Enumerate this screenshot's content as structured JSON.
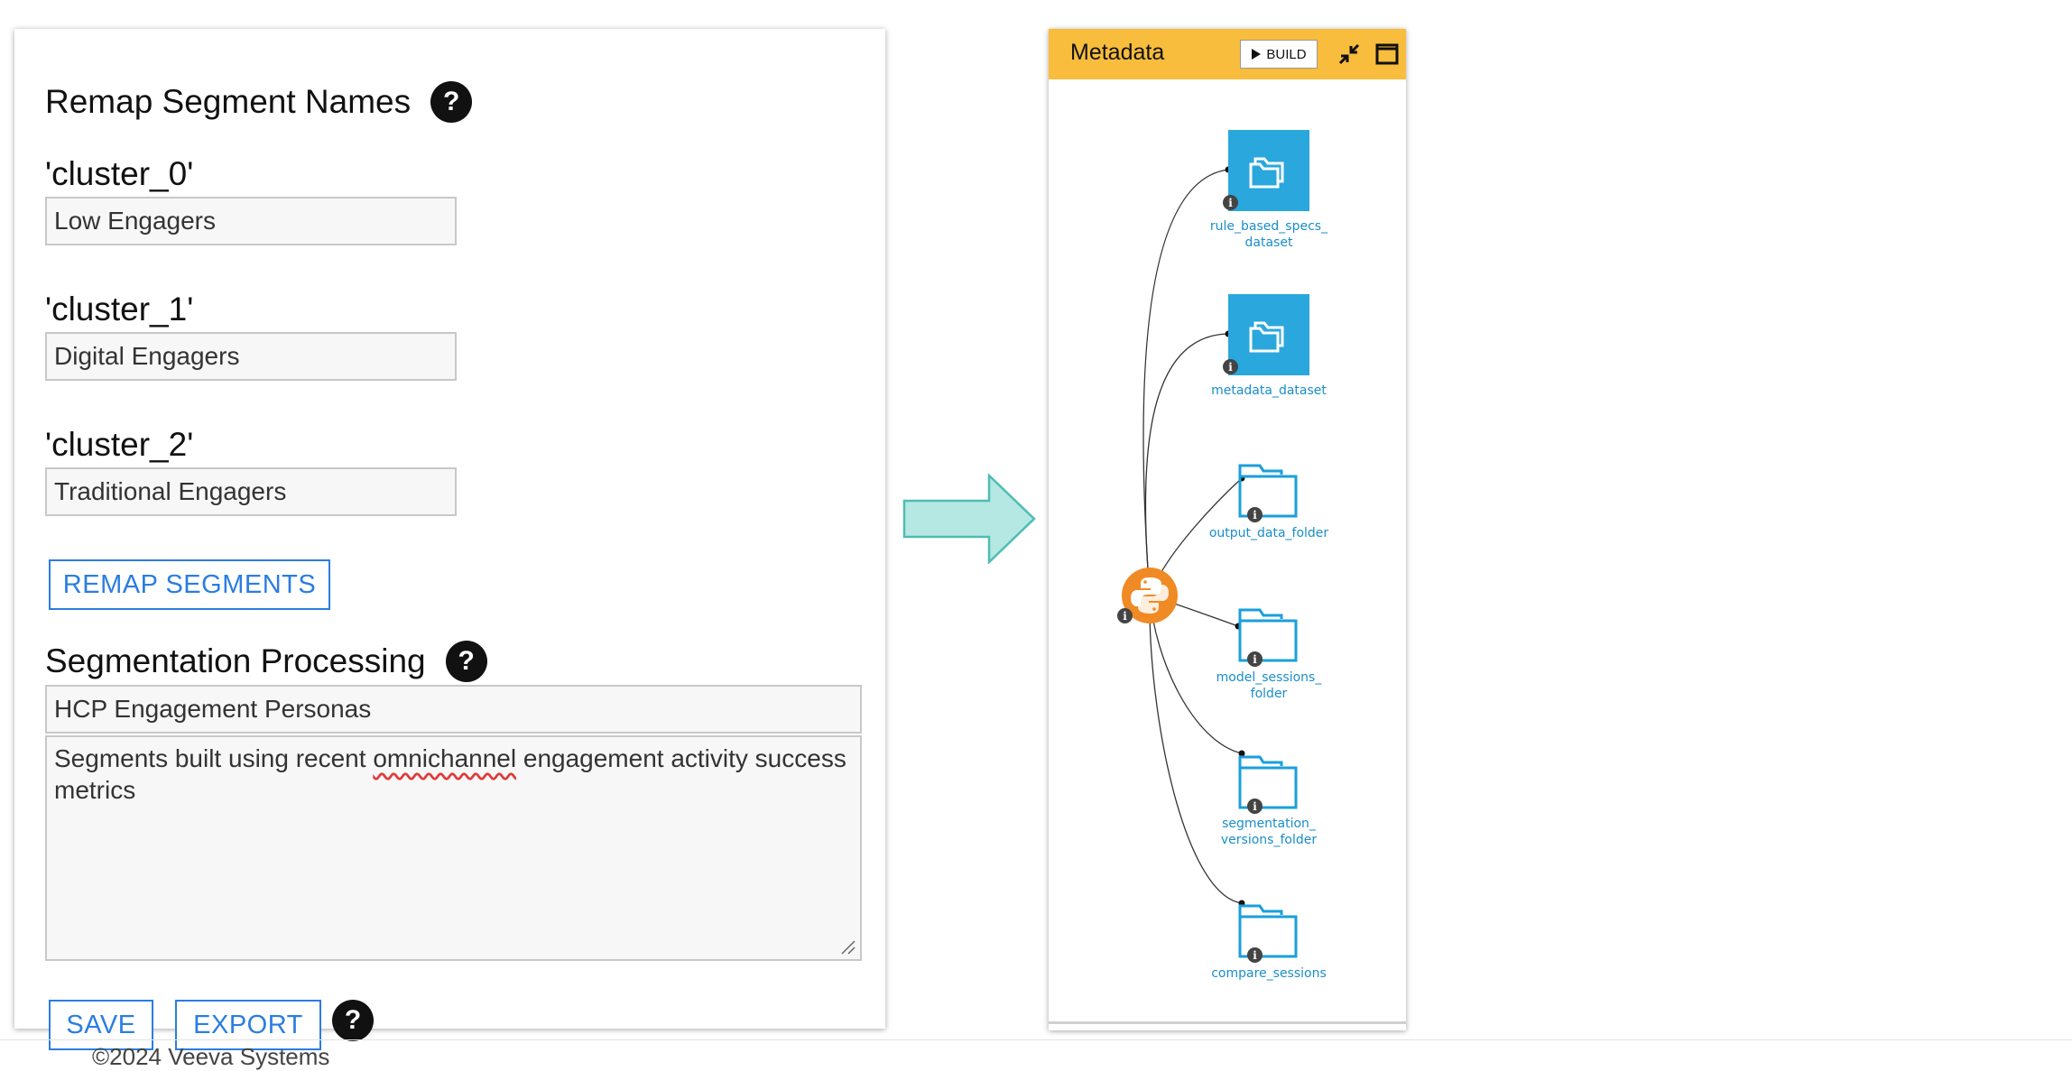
{
  "remap": {
    "heading": "Remap Segment Names",
    "help_glyph": "?",
    "clusters": [
      {
        "label": "'cluster_0'",
        "value": "Low Engagers"
      },
      {
        "label": "'cluster_1'",
        "value": "Digital Engagers"
      },
      {
        "label": "'cluster_2'",
        "value": "Traditional Engagers"
      }
    ],
    "button_label": "REMAP SEGMENTS"
  },
  "processing": {
    "heading": "Segmentation Processing",
    "name_value": "HCP Engagement Personas",
    "description_pre": "Segments built using recent ",
    "description_misspelled": "omnichannel",
    "description_post": " engagement activity success metrics",
    "save_label": "SAVE",
    "export_label": "EXPORT"
  },
  "footer_text": "©2024 Veeva Systems",
  "flow": {
    "title": "Metadata",
    "build_label": "BUILD",
    "recipe_icon": "python-recipe-icon",
    "nodes": [
      {
        "type": "dataset",
        "label_line1": "rule_based_specs_",
        "label_line2": "dataset"
      },
      {
        "type": "dataset",
        "label_line1": "metadata_dataset",
        "label_line2": ""
      },
      {
        "type": "folder",
        "label_line1": "output_data_folder",
        "label_line2": ""
      },
      {
        "type": "folder",
        "label_line1": "model_sessions_",
        "label_line2": "folder"
      },
      {
        "type": "folder",
        "label_line1": "segmentation_",
        "label_line2": "versions_folder"
      },
      {
        "type": "folder",
        "label_line1": "compare_sessions",
        "label_line2": ""
      }
    ]
  },
  "colors": {
    "accent_blue": "#2b7de1",
    "header_yellow": "#f8bd3d",
    "dataset_blue": "#2aa7dd",
    "python_orange": "#f08a24",
    "arrow_fill": "#b5e8e3",
    "arrow_stroke": "#4fbdb2"
  }
}
